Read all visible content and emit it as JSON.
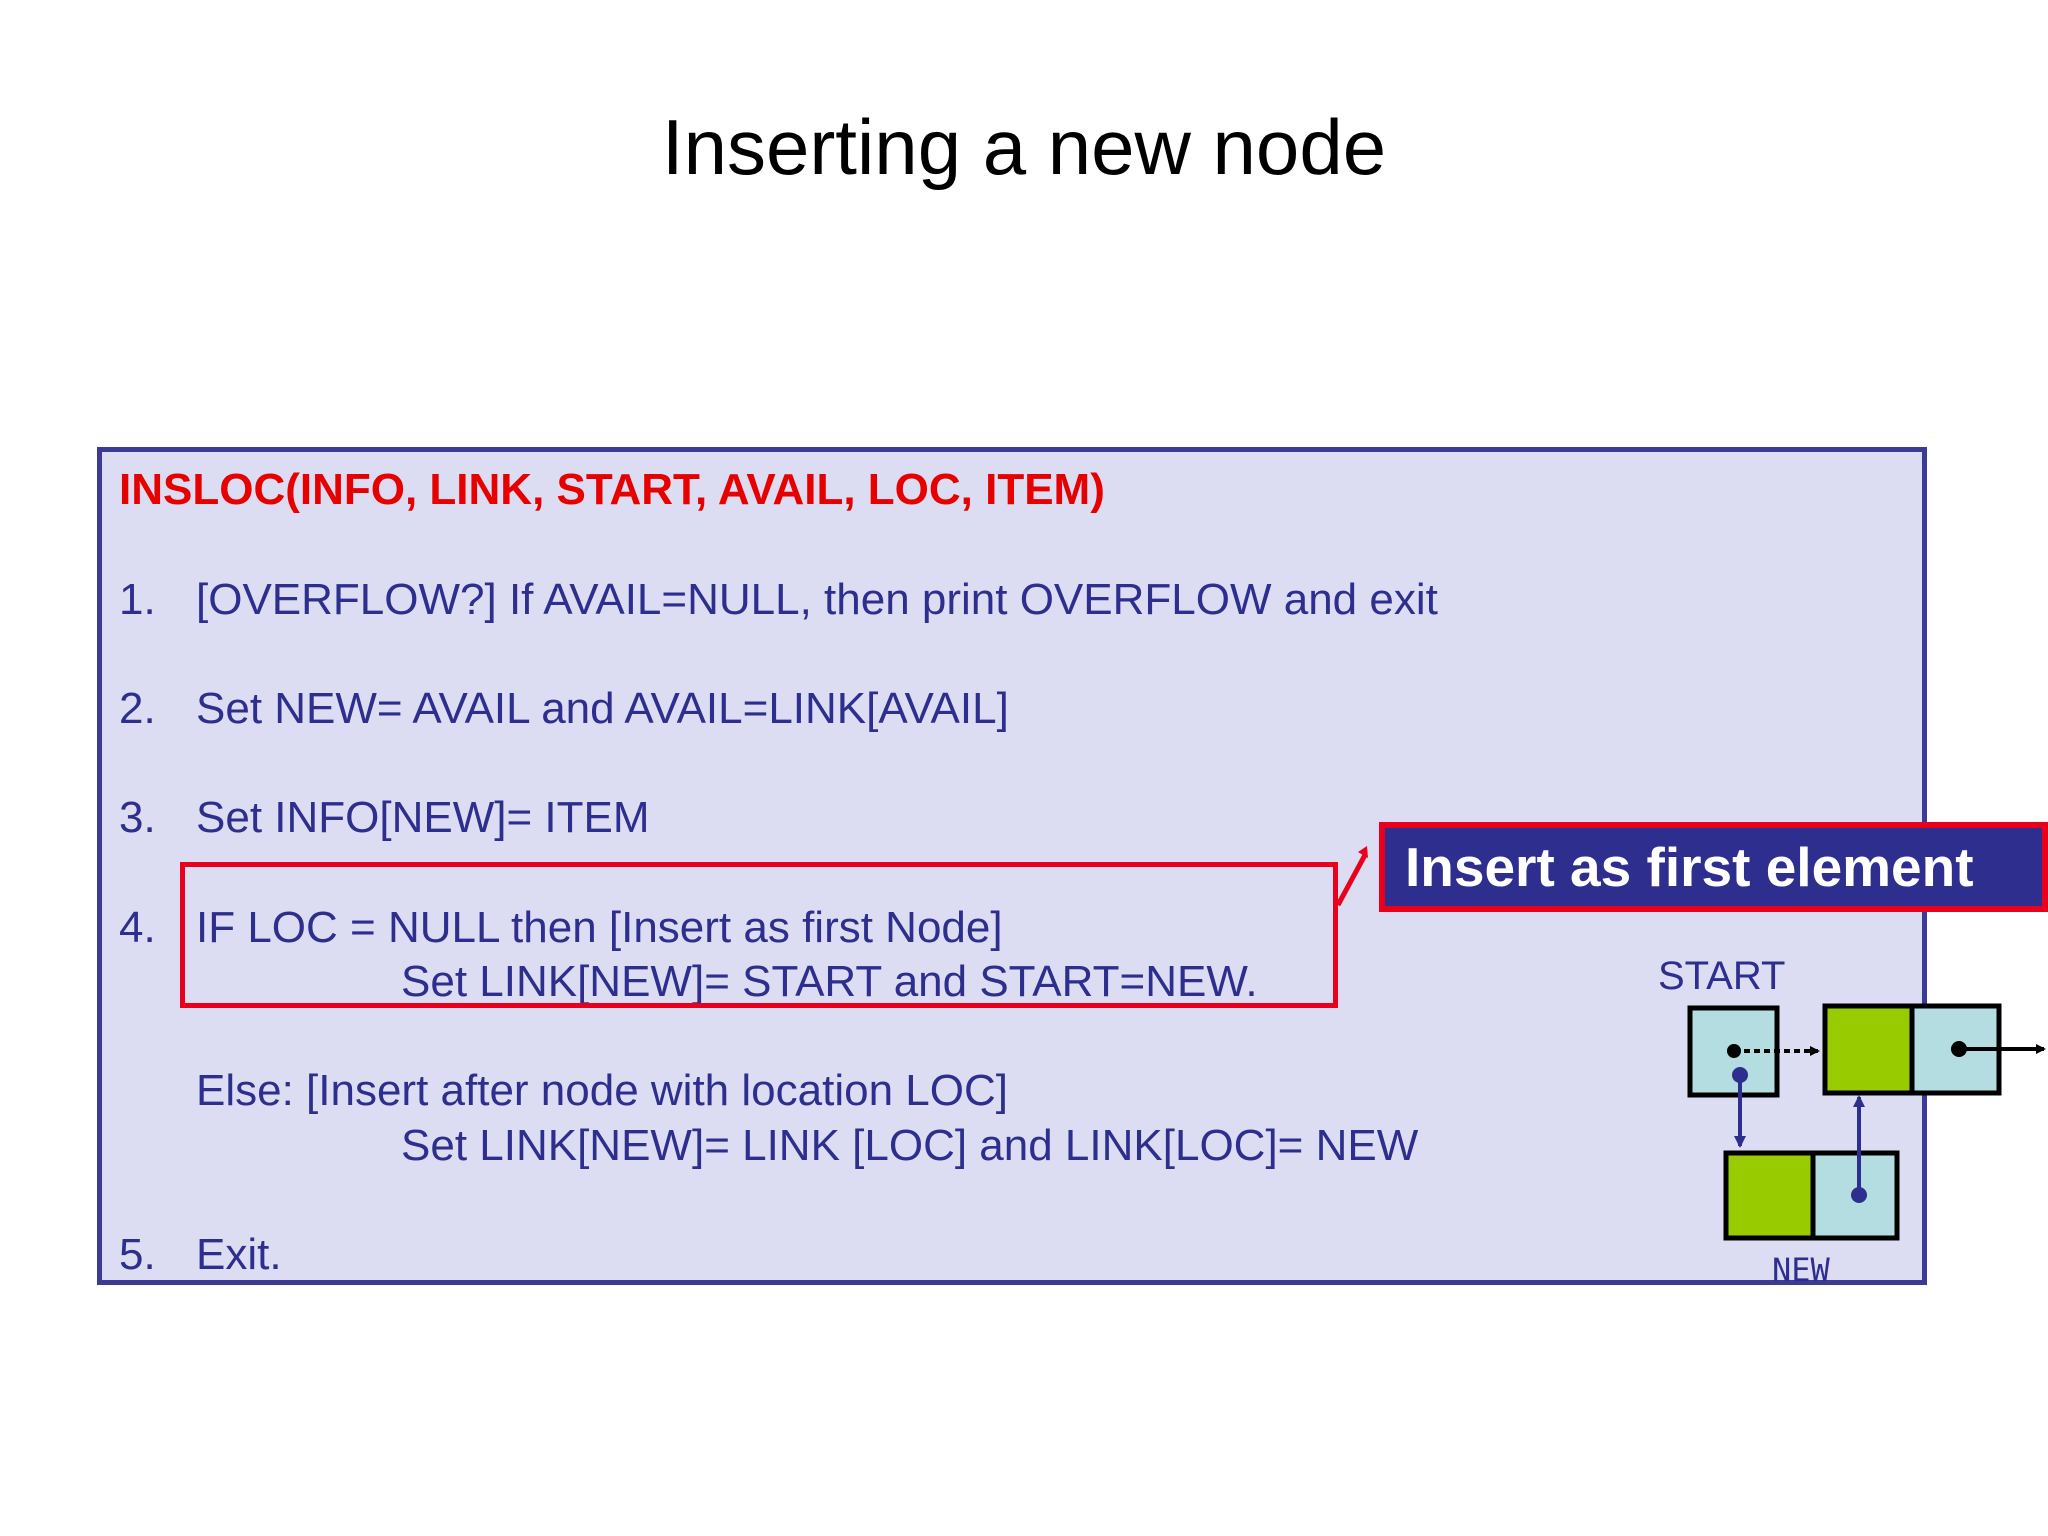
{
  "slide": {
    "title": "Inserting a new node"
  },
  "algorithm": {
    "name": "INSLOC(INFO, LINK, START, AVAIL, LOC, ITEM)",
    "steps": [
      {
        "num": "1.",
        "text": "[OVERFLOW?] If AVAIL=NULL, then print OVERFLOW and exit"
      },
      {
        "num": "2.",
        "text": "Set NEW= AVAIL and AVAIL=LINK[AVAIL]"
      },
      {
        "num": "3.",
        "text": "Set INFO[NEW]= ITEM"
      },
      {
        "num": "4.",
        "text": "IF LOC = NULL then [Insert as first Node]"
      },
      {
        "num": "5.",
        "text": "Exit."
      }
    ],
    "step4_then": "Set LINK[NEW]= START and START=NEW.",
    "step4_else": "Else: [Insert after node with location LOC]",
    "step4_else_action": "Set LINK[NEW]= LINK [LOC] and LINK[LOC]= NEW"
  },
  "callout": {
    "text": "Insert as first element"
  },
  "diagram": {
    "start_label": "START",
    "new_label": "NEW"
  },
  "colors": {
    "box_fill": "#dcdcf2",
    "box_border": "#3b3b96",
    "text_blue": "#2e2e8f",
    "red": "#e8001c",
    "node_info_green": "#99cc00",
    "node_link_cyan": "#b3dde0"
  }
}
